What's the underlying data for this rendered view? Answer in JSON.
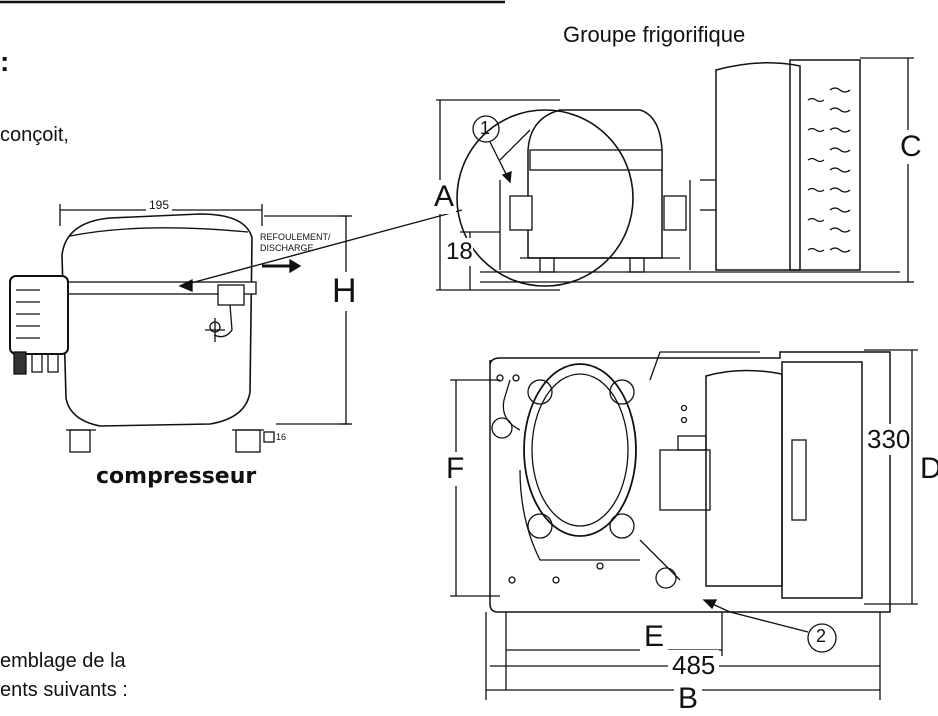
{
  "page": {
    "title": "Groupe frigorifique",
    "colon": ":",
    "left_text_1": "conçoit,",
    "left_text_2": "emblage de la",
    "left_text_3": "ents suivants :"
  },
  "compressor": {
    "caption": "compresseur",
    "dim_width": "195",
    "dim_base": "16",
    "dim_height_label": "H",
    "outlet_label_1": "REFOULEMENT/",
    "outlet_label_2": "DISCHARGE"
  },
  "side_view": {
    "label_A": "A",
    "label_C": "C",
    "dim_18": "18",
    "callout_1": "1"
  },
  "top_view": {
    "label_F": "F",
    "label_E": "E",
    "label_B": "B",
    "label_D": "D",
    "dim_330": "330",
    "dim_485": "485",
    "callout_2": "2"
  }
}
